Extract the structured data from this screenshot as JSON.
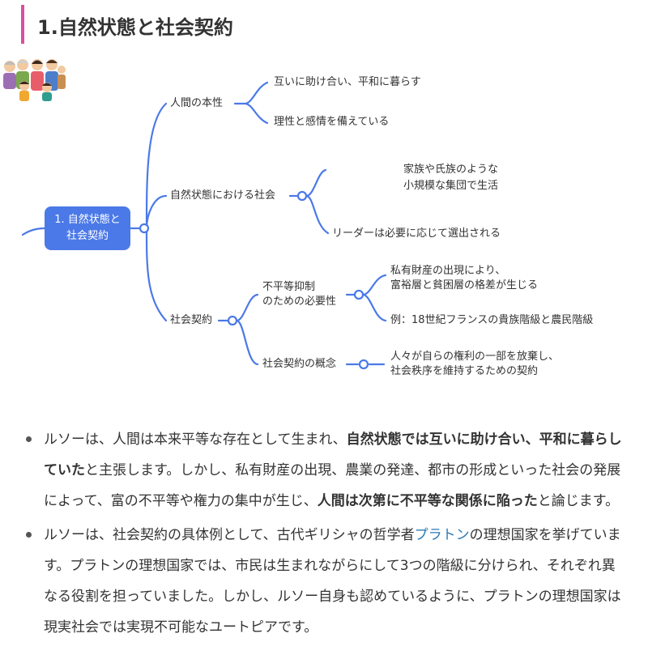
{
  "heading": {
    "title": "1.自然状態と社会契約"
  },
  "mindmap": {
    "root": {
      "line1": "1. 自然状態と",
      "line2": "社会契約"
    },
    "branch_nature": {
      "label": "人間の本性",
      "children": [
        "互いに助け合い、平和に暮らす",
        "理性と感情を備えている"
      ]
    },
    "branch_society": {
      "label": "自然状態における社会",
      "children": [
        "家族や氏族のような",
        "小規模な集団で生活",
        "リーダーは必要に応じて選出される"
      ]
    },
    "branch_contract": {
      "label": "社会契約",
      "sub1": {
        "label1": "不平等抑制",
        "label2": "のための必要性",
        "children": [
          "私有財産の出現により、",
          "富裕層と貧困層の格差が生じる",
          "例：18世紀フランスの貴族階級と農民階級"
        ]
      },
      "sub2": {
        "label": "社会契約の概念",
        "children": [
          "人々が自らの権利の一部を放棄し、",
          "社会秩序を維持するための契約"
        ]
      }
    },
    "colors": {
      "line": "#4b79e8",
      "root": "#4b79e8"
    }
  },
  "bullets": [
    {
      "segments": [
        {
          "text": "ルソーは、人間は本来平等な存在として生まれ、",
          "style": "normal"
        },
        {
          "text": "自然状態では互いに助け合い、平和に暮らしていた",
          "style": "bold"
        },
        {
          "text": "と主張します。しかし、私有財産の出現、農業の発達、都市の形成といった社会の発展によって、富の不平等や権力の集中が生じ、",
          "style": "normal"
        },
        {
          "text": "人間は次第に不平等な関係に陥った",
          "style": "bold"
        },
        {
          "text": "と論じます。",
          "style": "normal"
        }
      ]
    },
    {
      "segments": [
        {
          "text": "ルソーは、社会契約の具体例として、古代ギリシャの哲学者",
          "style": "normal"
        },
        {
          "text": "プラトン",
          "style": "link"
        },
        {
          "text": "の理想国家を挙げています。プラトンの理想国家では、市民は生まれながらにして3つの階級に分けられ、それぞれ異なる役割を担っていました。しかし、ルソー自身も認めているように、プラトンの理想国家は現実社会では実現不可能なユートピアです。",
          "style": "normal"
        }
      ]
    }
  ]
}
